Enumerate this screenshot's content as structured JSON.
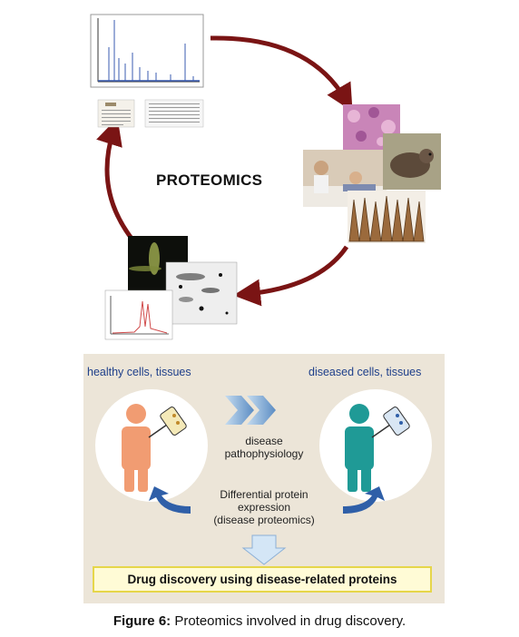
{
  "top": {
    "title": "PROTEOMICS"
  },
  "panel": {
    "healthy_label": "healthy cells, tissues",
    "diseased_label": "diseased cells, tissues",
    "pathophysiology": [
      "disease",
      "pathophysiology"
    ],
    "differential": [
      "Differential protein",
      "expression",
      "(disease proteomics)"
    ],
    "drug_discovery": "Drug discovery using disease-related proteins"
  },
  "caption": {
    "label": "Figure 6:",
    "text": "Proteomics involved in drug discovery."
  },
  "colors": {
    "cycle_arrow": "#7a1414",
    "panel_bg": "#ece5d8",
    "healthy_figure": "#f19c72",
    "diseased_figure": "#1f9a96",
    "label_blue": "#1e3f8a",
    "chevron_blue": "#6d99c9",
    "curved_arrow_blue": "#2f5fa8",
    "drug_box_border": "#e6d64a",
    "drug_box_fill": "#fffbd6"
  }
}
